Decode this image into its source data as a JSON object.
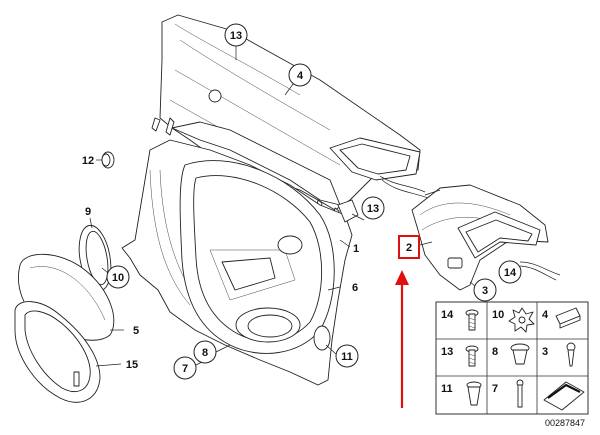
{
  "diagram": {
    "callouts": {
      "c13_top": "13",
      "c4": "4",
      "c12": "12",
      "c13_mid": "13",
      "c1": "1",
      "c9": "9",
      "c10": "10",
      "c6": "6",
      "c5": "5",
      "c7": "7",
      "c8": "8",
      "c11": "11",
      "c15": "15",
      "c2": "2",
      "c14": "14",
      "c3": "3"
    },
    "parts_box": {
      "cells": [
        "14",
        "10",
        "4",
        "13",
        "8",
        "3",
        "11",
        "7"
      ]
    },
    "reference_number": "00287847",
    "colors": {
      "highlight": "#e01010",
      "line": "#222222"
    }
  }
}
